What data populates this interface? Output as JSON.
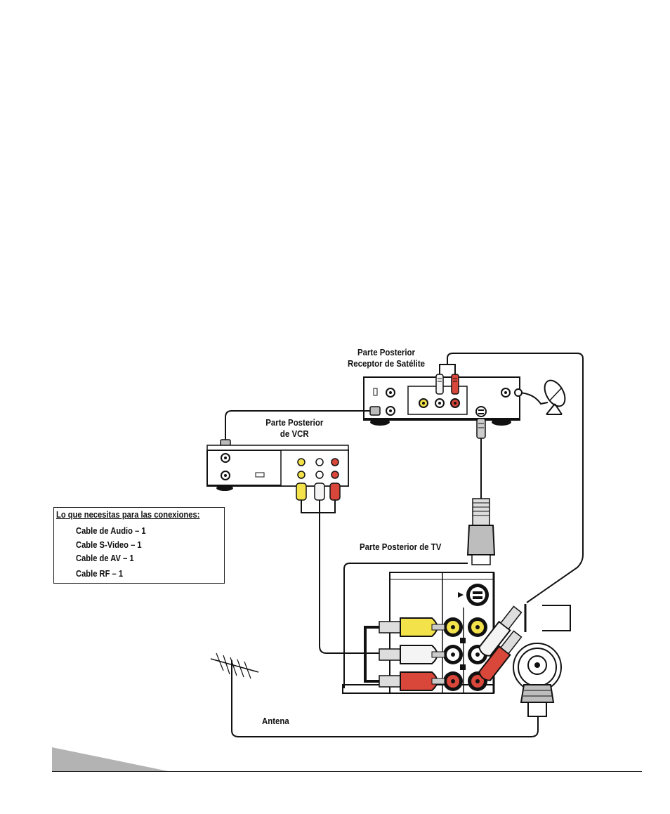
{
  "labels": {
    "satellite_header_line1": "Parte Posterior",
    "satellite_header_line2": "Receptor de Satélite",
    "vcr_header_line1": "Parte Posterior",
    "vcr_header_line2": "de VCR",
    "tv_header": "Parte Posterior de TV",
    "antenna": "Antena"
  },
  "needs": {
    "title": "Lo que necesitas para las conexiones",
    "colon": ":",
    "items": [
      "Cable de Audio – 1",
      "Cable S-Video – 1",
      "Cable de AV – 1",
      "Cable RF – 1"
    ]
  },
  "colors": {
    "video_yellow": "#f3e24a",
    "audio_white": "#f4f4f4",
    "audio_red": "#d9463a",
    "cable": "#111111",
    "footer_tab": "#b3b3b3"
  }
}
